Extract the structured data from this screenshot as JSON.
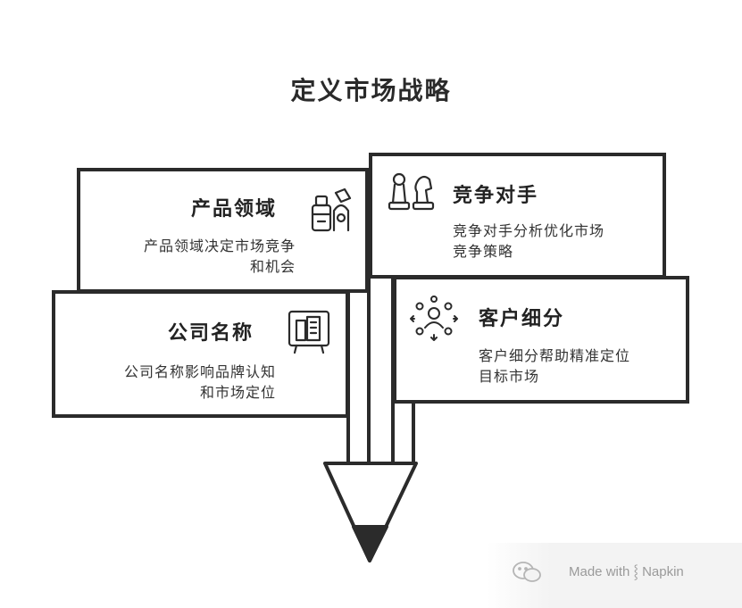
{
  "title": "定义市场战略",
  "cards": {
    "product": {
      "title": "产品领域",
      "desc_line1": "产品领域决定市场竞争",
      "desc_line2": "和机会",
      "icon": "products-icon"
    },
    "competitors": {
      "title": "竞争对手",
      "desc_line1": "竞争对手分析优化市场",
      "desc_line2": "竞争策略",
      "icon": "chess-pieces-icon"
    },
    "company": {
      "title": "公司名称",
      "desc_line1": "公司名称影响品牌认知",
      "desc_line2": "和市场定位",
      "icon": "brand-board-icon"
    },
    "segments": {
      "title": "客户细分",
      "desc_line1": "客户细分帮助精准定位",
      "desc_line2": "目标市场",
      "icon": "customer-group-icon"
    }
  },
  "watermark": {
    "text": "Made with ⸾ Napkin",
    "icon": "wechat-icon"
  },
  "colors": {
    "stroke": "#2b2b2b",
    "background": "#ffffff",
    "watermark_text": "#9a9a9a"
  }
}
